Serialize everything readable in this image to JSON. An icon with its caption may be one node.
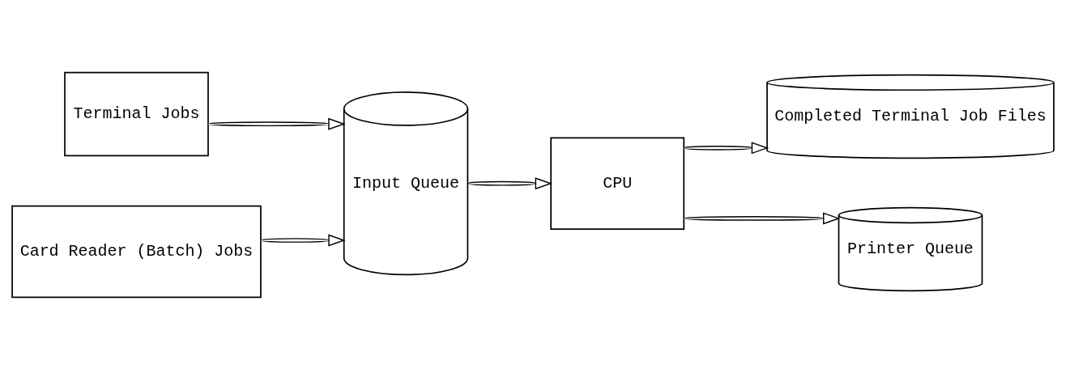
{
  "diagram": {
    "nodes": [
      {
        "text": [
          "Terminal Jobs"
        ]
      },
      {
        "text": [
          "Card Reader (Batch) Jobs"
        ]
      },
      {
        "text": [
          "Input Queue"
        ]
      },
      {
        "text": [
          "CPU"
        ]
      },
      {
        "text": [
          "Completed Terminal Job Files"
        ]
      },
      {
        "text": [
          "Printer Queue"
        ]
      }
    ],
    "edges": [
      {
        "from": 0,
        "to": 2,
        "arrow": "to"
      },
      {
        "from": 1,
        "to": 2,
        "arrow": "to"
      },
      {
        "from": 2,
        "to": 3,
        "arrow": "to"
      },
      {
        "from": 3,
        "to": 4,
        "arrow": "to"
      },
      {
        "from": 3,
        "to": 5,
        "arrow": "to"
      }
    ]
  }
}
